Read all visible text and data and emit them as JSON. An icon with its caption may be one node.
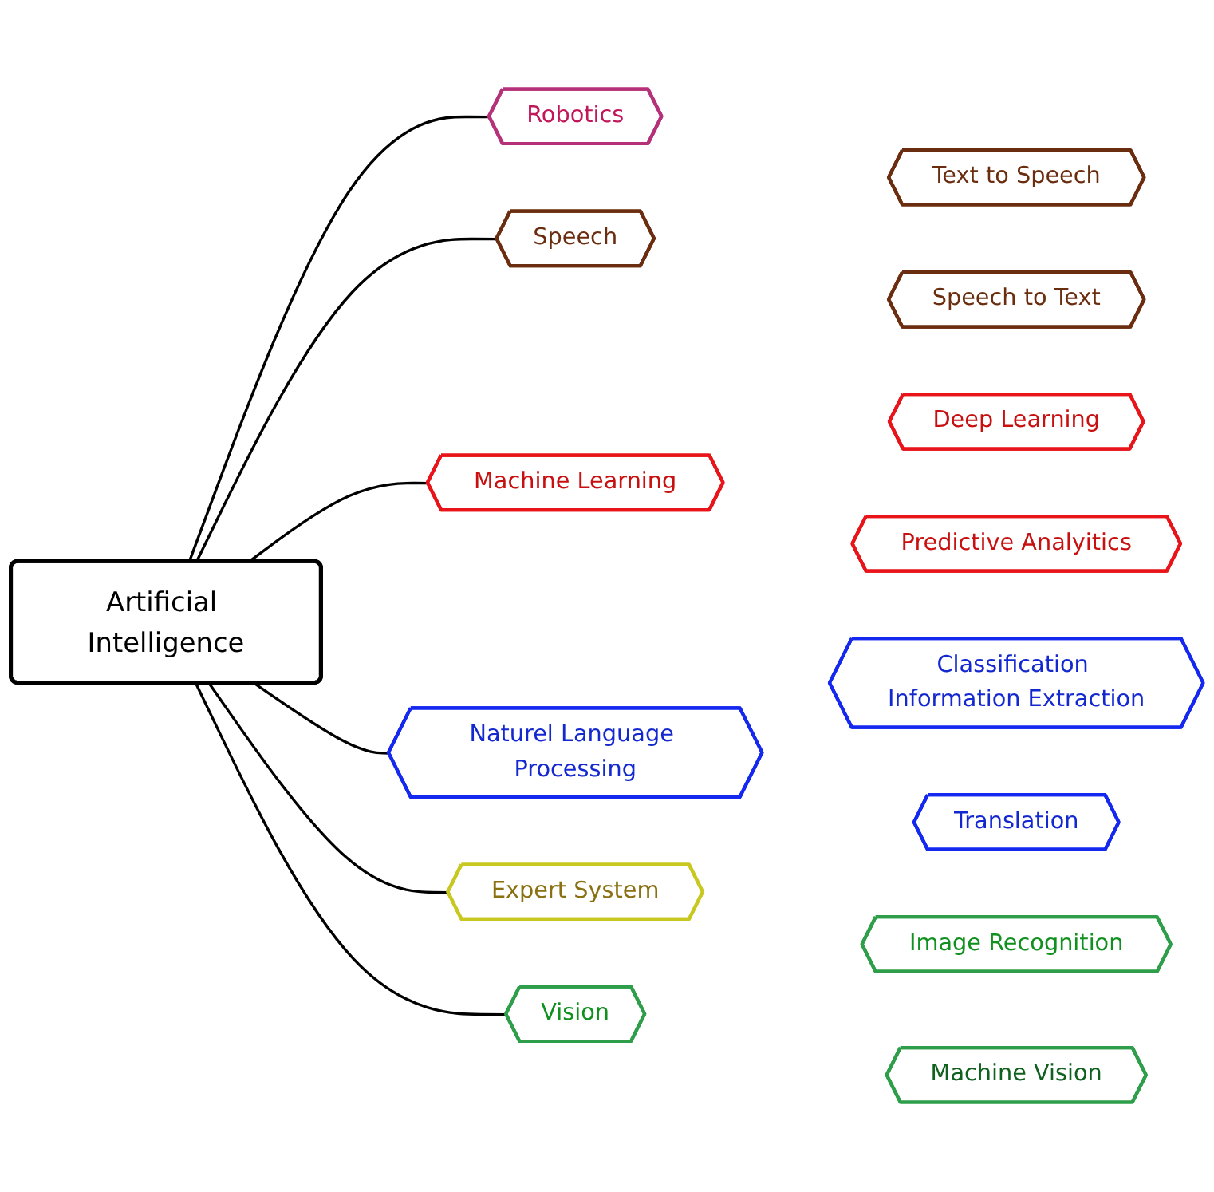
{
  "diagram": {
    "nodes": [
      {
        "text": [
          "Artificial Intelligence"
        ]
      },
      {
        "text": [
          "Robotics"
        ]
      },
      {
        "text": [
          "Speech"
        ]
      },
      {
        "text": [
          "Text to Speech"
        ]
      },
      {
        "text": [
          "Speech to Text"
        ]
      },
      {
        "text": [
          "Image Recognition"
        ]
      },
      {
        "text": [
          "Vision"
        ]
      },
      {
        "text": [
          "Machine Vision"
        ]
      },
      {
        "text": [
          "Deep Learning"
        ]
      },
      {
        "text": [
          "Machine Learning"
        ]
      },
      {
        "text": [
          "Predictive Analyitics"
        ]
      },
      {
        "text": [
          "Expert System"
        ]
      },
      {
        "text": [
          "Naturel Language Processing"
        ]
      },
      {
        "text": [
          "Classification Information Extraction"
        ]
      },
      {
        "text": [
          "Translation"
        ]
      }
    ],
    "edges": [
      {
        "from": 0,
        "to": 1,
        "arrow": "none"
      },
      {
        "from": 0,
        "to": 2,
        "arrow": "none"
      },
      {
        "from": 0,
        "to": 9,
        "arrow": "none"
      },
      {
        "from": 0,
        "to": 12,
        "arrow": "none"
      },
      {
        "from": 0,
        "to": 11,
        "arrow": "none"
      },
      {
        "from": 0,
        "to": 6,
        "arrow": "none"
      }
    ]
  }
}
